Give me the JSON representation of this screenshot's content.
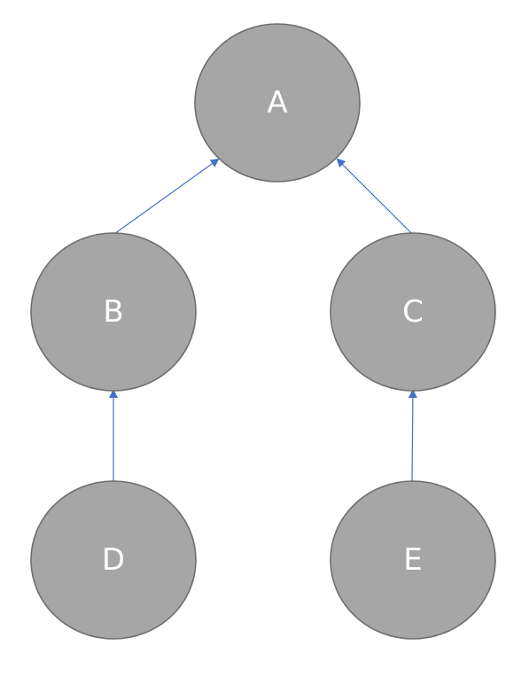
{
  "diagram": {
    "type": "tree",
    "nodes": [
      {
        "id": "A",
        "label": "A"
      },
      {
        "id": "B",
        "label": "B"
      },
      {
        "id": "C",
        "label": "C"
      },
      {
        "id": "D",
        "label": "D"
      },
      {
        "id": "E",
        "label": "E"
      }
    ],
    "edges": [
      {
        "from": "B",
        "to": "A"
      },
      {
        "from": "C",
        "to": "A"
      },
      {
        "from": "D",
        "to": "B"
      },
      {
        "from": "E",
        "to": "C"
      }
    ],
    "colors": {
      "node_fill": "#a6a6a6",
      "node_stroke": "#6e6e6e",
      "label": "#ffffff",
      "edge": "#4472c4"
    }
  }
}
